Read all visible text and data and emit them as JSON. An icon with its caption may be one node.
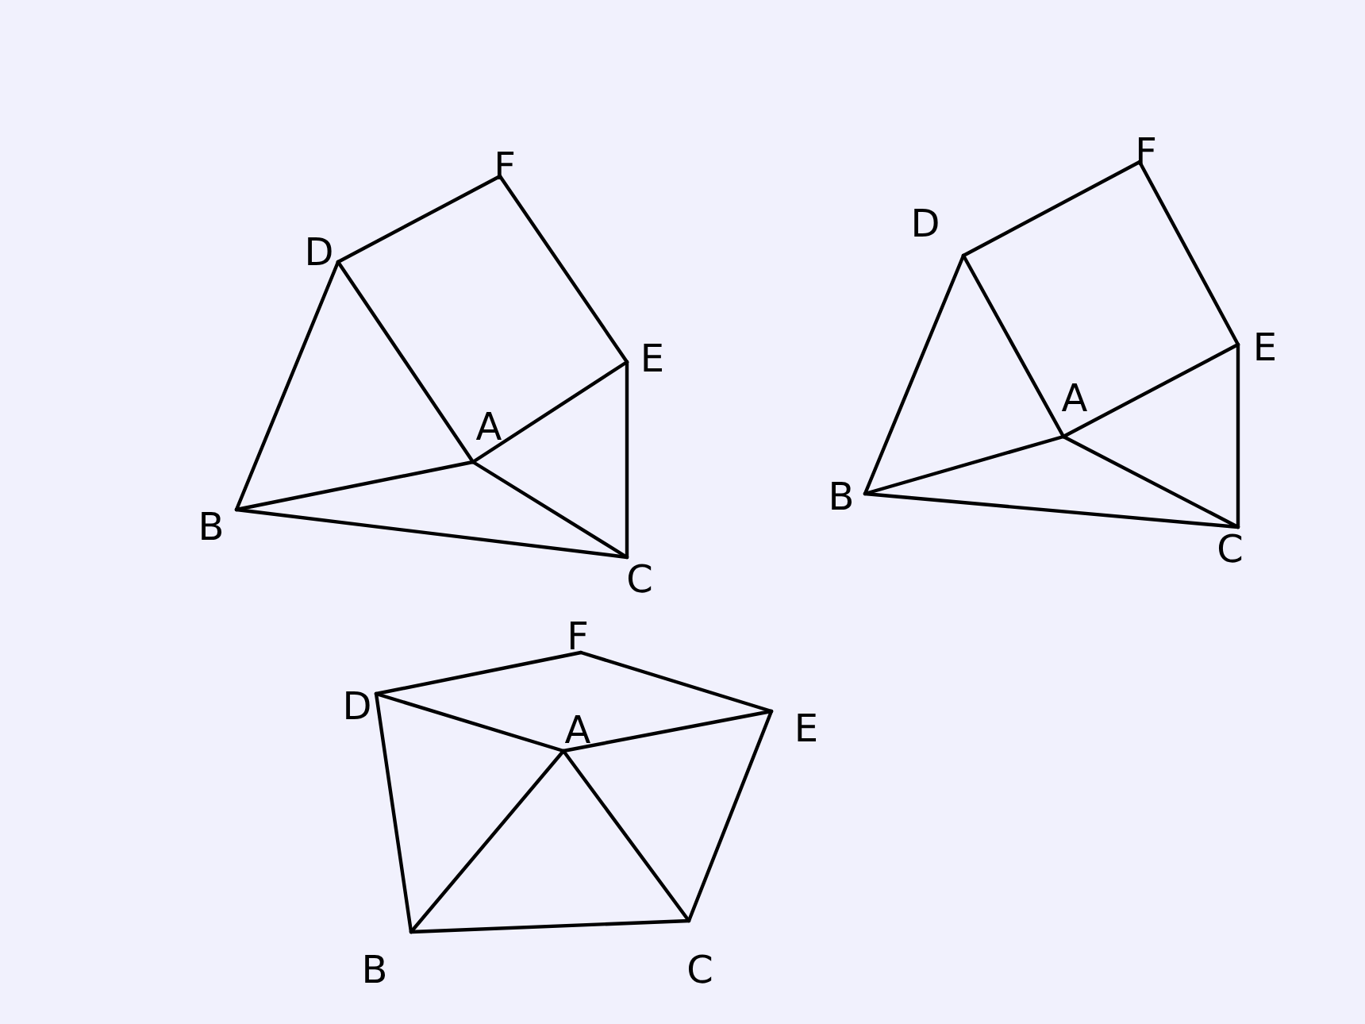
{
  "diagram": {
    "nodes": [
      {
        "text": [
          "D"
        ]
      },
      {
        "text": [
          "F"
        ]
      },
      {
        "text": [
          "E"
        ]
      },
      {
        "text": [
          "A"
        ]
      },
      {
        "text": [
          "B"
        ]
      },
      {
        "text": [
          "C"
        ]
      },
      {
        "text": [
          "D"
        ]
      },
      {
        "text": [
          "F"
        ]
      },
      {
        "text": [
          "E"
        ]
      },
      {
        "text": [
          "A"
        ]
      },
      {
        "text": [
          "B"
        ]
      },
      {
        "text": [
          "C"
        ]
      },
      {
        "text": [
          "F"
        ]
      },
      {
        "text": [
          "D"
        ]
      },
      {
        "text": [
          "A"
        ]
      },
      {
        "text": [
          "E"
        ]
      },
      {
        "text": [
          "B"
        ]
      },
      {
        "text": [
          "C"
        ]
      }
    ],
    "edges": [
      {
        "from": 0,
        "to": 1,
        "arrow": "none"
      },
      {
        "from": 1,
        "to": 2,
        "arrow": "none"
      },
      {
        "from": 0,
        "to": 4,
        "arrow": "none"
      },
      {
        "from": 0,
        "to": 3,
        "arrow": "none"
      },
      {
        "from": 3,
        "to": 2,
        "arrow": "none"
      },
      {
        "from": 3,
        "to": 4,
        "arrow": "none"
      },
      {
        "from": 3,
        "to": 5,
        "arrow": "none"
      },
      {
        "from": 2,
        "to": 5,
        "arrow": "none"
      },
      {
        "from": 4,
        "to": 5,
        "arrow": "none"
      },
      {
        "from": 6,
        "to": 7,
        "arrow": "none"
      },
      {
        "from": 7,
        "to": 8,
        "arrow": "none"
      },
      {
        "from": 6,
        "to": 10,
        "arrow": "none"
      },
      {
        "from": 6,
        "to": 9,
        "arrow": "none"
      },
      {
        "from": 9,
        "to": 8,
        "arrow": "none"
      },
      {
        "from": 9,
        "to": 10,
        "arrow": "none"
      },
      {
        "from": 9,
        "to": 11,
        "arrow": "none"
      },
      {
        "from": 8,
        "to": 11,
        "arrow": "none"
      },
      {
        "from": 10,
        "to": 11,
        "arrow": "none"
      },
      {
        "from": 13,
        "to": 12,
        "arrow": "none"
      },
      {
        "from": 12,
        "to": 15,
        "arrow": "none"
      },
      {
        "from": 13,
        "to": 14,
        "arrow": "none"
      },
      {
        "from": 14,
        "to": 15,
        "arrow": "none"
      },
      {
        "from": 13,
        "to": 16,
        "arrow": "none"
      },
      {
        "from": 14,
        "to": 16,
        "arrow": "none"
      },
      {
        "from": 14,
        "to": 17,
        "arrow": "none"
      },
      {
        "from": 15,
        "to": 17,
        "arrow": "none"
      },
      {
        "from": 16,
        "to": 17,
        "arrow": "none"
      }
    ]
  }
}
